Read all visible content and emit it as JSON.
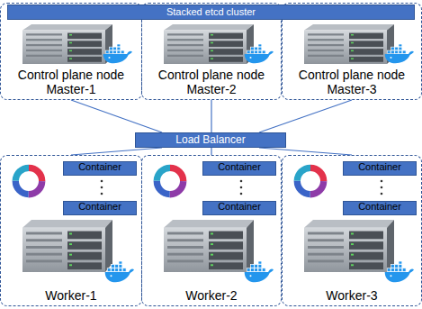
{
  "diagram": {
    "nodes": [
      {
        "text": [
          "Stacked etcd cluster"
        ]
      },
      {
        "text": [
          "Control plane node",
          "Master-1"
        ]
      },
      {
        "text": [
          "Control plane node",
          "Master-2"
        ]
      },
      {
        "text": [
          "Control plane node",
          "Master-3"
        ]
      },
      {
        "text": [
          "Load Balancer"
        ]
      },
      {
        "text": [
          "Worker-1"
        ]
      },
      {
        "text": [
          "Container"
        ],
        "in": 5
      },
      {
        "text": [
          "Container"
        ],
        "in": 5
      },
      {
        "text": [
          "Worker-2"
        ]
      },
      {
        "text": [
          "Container"
        ],
        "in": 8
      },
      {
        "text": [
          "Container"
        ],
        "in": 8
      },
      {
        "text": [
          "Worker-3"
        ]
      },
      {
        "text": [
          "Container"
        ],
        "in": 11
      },
      {
        "text": [
          "Container"
        ],
        "in": 11
      }
    ],
    "edges": [
      {
        "from": 1,
        "to": 4,
        "arrow": "none"
      },
      {
        "from": 2,
        "to": 4,
        "arrow": "none"
      },
      {
        "from": 3,
        "to": 4,
        "arrow": "none"
      },
      {
        "from": 4,
        "to": 5,
        "arrow": "none"
      },
      {
        "from": 4,
        "to": 8,
        "arrow": "none"
      },
      {
        "from": 4,
        "to": 11,
        "arrow": "none"
      }
    ]
  }
}
